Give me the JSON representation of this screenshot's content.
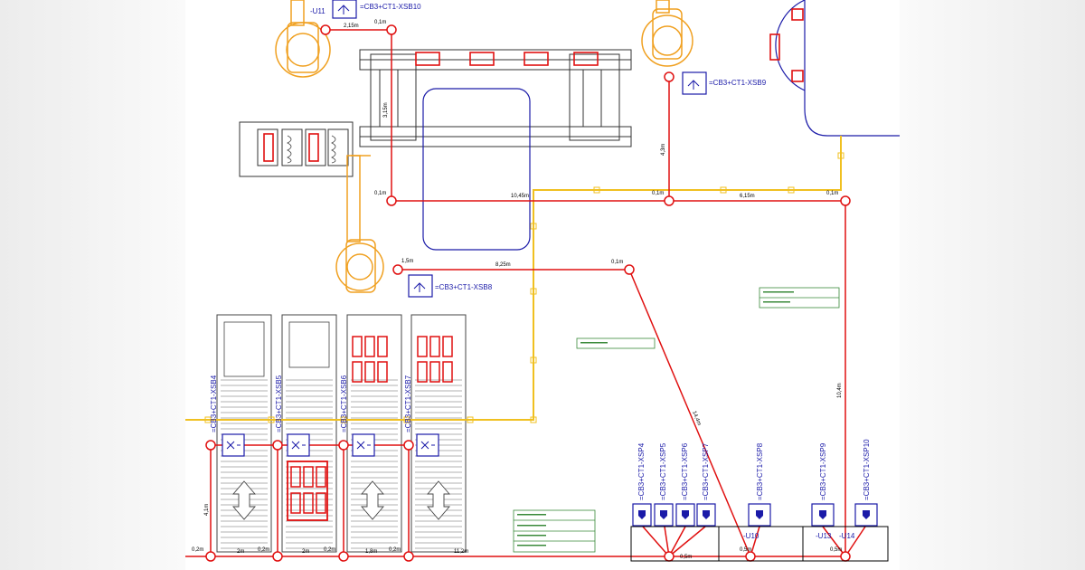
{
  "colors": {
    "cable": "#e01010",
    "tray": "#f0c020",
    "robot": "#f0a020",
    "device": "#1a1aa8",
    "box_green": "#3a8a3a"
  },
  "tags": {
    "xsb10": "=CB3+CT1-XSB10",
    "xsb9": "=CB3+CT1-XSB9",
    "xsb8": "=CB3+CT1-XSB8",
    "xsb4": "=CB3+CT1-XSB4",
    "xsb5": "=CB3+CT1-XSB5",
    "xsb6": "=CB3+CT1-XSB6",
    "xsb7": "=CB3+CT1-XSB7",
    "xsp4": "=CB3+CT1-XSP4",
    "xsp5": "=CB3+CT1-XSP5",
    "xsp6": "=CB3+CT1-XSP6",
    "xsp7": "=CB3+CT1-XSP7",
    "xsp8": "=CB3+CT1-XSP8",
    "xsp9": "=CB3+CT1-XSP9",
    "xsp10": "=CB3+CT1-XSP10"
  },
  "units": {
    "u11": "-U11",
    "u10": "-U10",
    "u13": "-U13",
    "u14": "-U14"
  },
  "lengths": {
    "l_2_15": "2,15m",
    "l_0_1_top": "0,1m",
    "l_3_15": "3,15m",
    "l_0_1_left": "0,1m",
    "l_10_45": "10,45m",
    "l_0_1_mid": "0,1m",
    "l_6_15": "6,15m",
    "l_0_1_right": "0,1m",
    "l_4_3": "4,3m",
    "l_1_5": "1,5m",
    "l_8_25": "8,25m",
    "l_0_1_diag": "0,1m",
    "l_14_4": "14,4m",
    "l_10_4": "10,4m",
    "l_4_1": "4,1m",
    "l_0_2a": "0,2m",
    "l_2m_a": "2m",
    "l_0_2b": "0,2m",
    "l_2m_b": "2m",
    "l_0_2c": "0,2m",
    "l_1_8": "1,8m",
    "l_0_2d": "0,2m",
    "l_11_2": "11,2m",
    "l_0_5a": "0,5m",
    "l_0_5b": "0,5m",
    "l_0_5c": "0,5m"
  }
}
